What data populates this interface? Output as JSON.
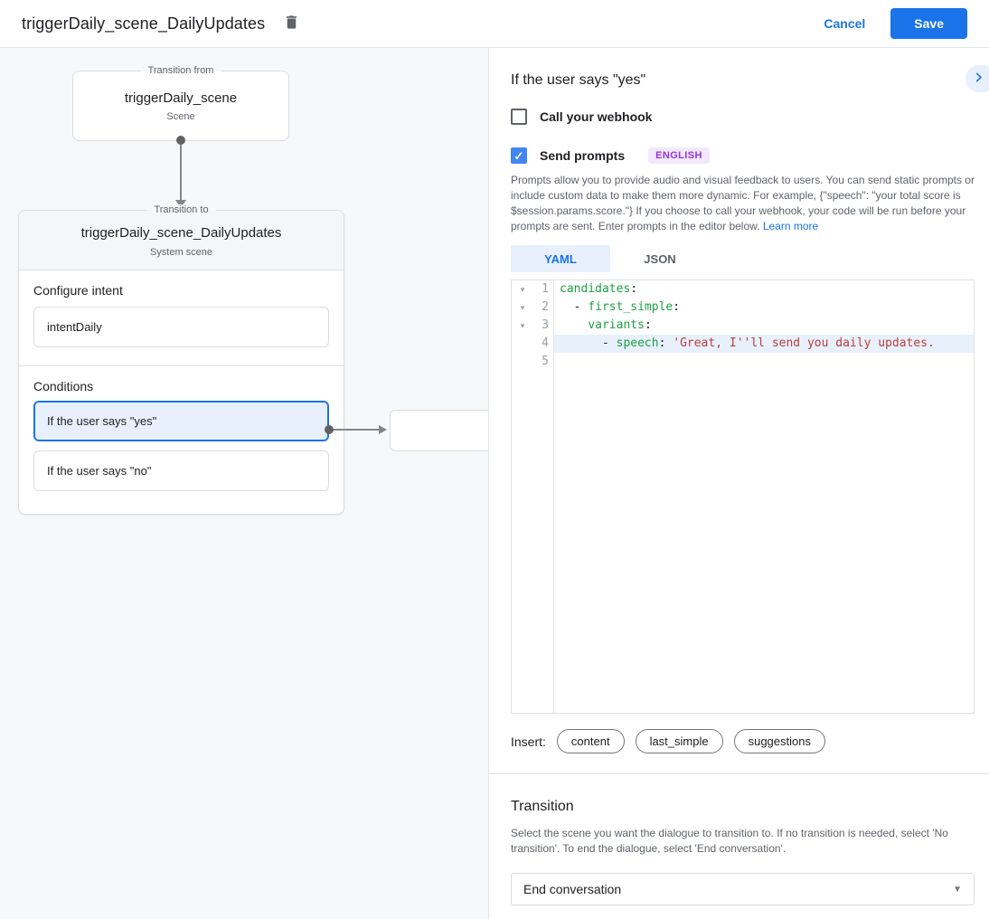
{
  "icons": {
    "check": "✓",
    "caret_down": "▼",
    "fold": "▾"
  },
  "colors": {
    "accent": "#1a73e8",
    "selection_bg": "#e8f0fe",
    "badge_bg": "#f3e8fd",
    "badge_text": "#9334e6",
    "code_key": "#1ea046",
    "code_string": "#ba3e40"
  },
  "topbar": {
    "title": "triggerDaily_scene_DailyUpdates",
    "cancel_label": "Cancel",
    "save_label": "Save"
  },
  "diagram": {
    "from_node": {
      "label": "Transition from",
      "title": "triggerDaily_scene",
      "subtitle": "Scene"
    },
    "to_node": {
      "label": "Transition to",
      "title": "triggerDaily_scene_DailyUpdates",
      "subtitle": "System scene"
    },
    "intent": {
      "label": "Configure intent",
      "value": "intentDaily"
    },
    "conditions": {
      "label": "Conditions",
      "items": [
        {
          "label": "If the user says \"yes\"",
          "selected": true
        },
        {
          "label": "If the user says \"no\"",
          "selected": false
        }
      ]
    }
  },
  "panel": {
    "title": "If the user says \"yes\"",
    "webhook_label": "Call your webhook",
    "send_prompts_label": "Send prompts",
    "language_badge": "ENGLISH",
    "description": "Prompts allow you to provide audio and visual feedback to users. You can send static prompts or include custom data to make them more dynamic. For example, {\"speech\": \"your total score is $session.params.score.\"} If you choose to call your webhook, your code will be run before your prompts are sent. Enter prompts in the editor below. ",
    "learn_more_label": "Learn more",
    "tabs": [
      {
        "label": "YAML"
      },
      {
        "label": "JSON"
      }
    ],
    "editor": {
      "lines": [
        {
          "num": "1",
          "prefix": "",
          "key": "candidates",
          "colon": ":",
          "str": ""
        },
        {
          "num": "2",
          "prefix": "  - ",
          "key": "first_simple",
          "colon": ":",
          "str": ""
        },
        {
          "num": "3",
          "prefix": "    ",
          "key": "variants",
          "colon": ":",
          "str": ""
        },
        {
          "num": "4",
          "prefix": "      - ",
          "key": "speech",
          "colon": ": ",
          "str": "'Great, I''ll send you daily updates."
        },
        {
          "num": "5",
          "prefix": "",
          "key": "",
          "colon": "",
          "str": ""
        }
      ]
    },
    "insert": {
      "label": "Insert:",
      "chips": [
        "content",
        "last_simple",
        "suggestions"
      ]
    },
    "transition": {
      "title": "Transition",
      "description": "Select the scene you want the dialogue to transition to. If no transition is needed, select 'No transition'. To end the dialogue, select 'End conversation'.",
      "value": "End conversation"
    }
  }
}
